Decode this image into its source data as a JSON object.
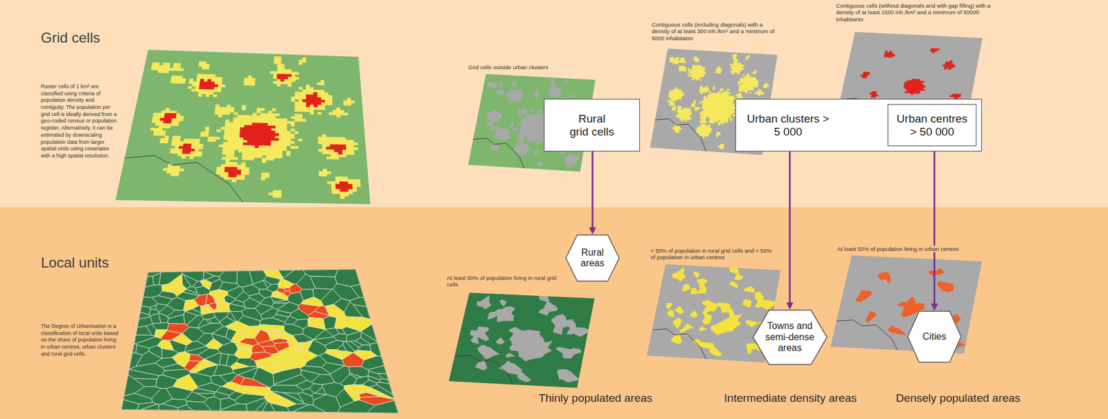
{
  "diagram": {
    "nodes": [
      {
        "text": [
          "Rural grid cells"
        ]
      },
      {
        "text": [
          "Urban clusters > 5 000"
        ]
      },
      {
        "text": [
          "Urban centres > 50 000"
        ],
        "in": 1
      },
      {
        "text": [
          "Rural areas"
        ]
      },
      {
        "text": [
          "Towns and semi-dense areas"
        ]
      },
      {
        "text": [
          "Cities"
        ]
      }
    ],
    "edges": [
      {
        "from": 0,
        "to": 3,
        "arrow": "to"
      },
      {
        "from": 1,
        "to": 4,
        "arrow": "to"
      },
      {
        "from": 2,
        "to": 5,
        "arrow": "to"
      }
    ],
    "labels": [
      "Grid cells",
      "Raster cells of 1 km² are classified using criteria of population density and contiguity. The population per grid cell is ideally derived from a geo-coded census or population register. Alternatively, it can be estimated by downscaling population data from larger spatial units using covariates with a high spatial resolution.",
      "Grid cells outside urban clusters",
      "Contiguous cells (including diagonals) with a density of at least 300 inh./km² and a minimum of 5000 inhabitants",
      "Contiguous cells (without diagonals and with gap filling) with a density of at least 1500 inh./km² and a minimum of 50000 inhabitants",
      "Local units",
      "The Degree of Urbanisation is a classification of local units based on the share of population living in urban centres, urban clusters and rural grid cells.",
      "At least 50% of population living in rural grid cells",
      "< 50% of population in rural grid cells and < 50% of population in urban centres",
      "At least 50% of population living in urban centres",
      "Thinly populated areas",
      "Intermediate density areas",
      "Densely populated areas"
    ]
  }
}
